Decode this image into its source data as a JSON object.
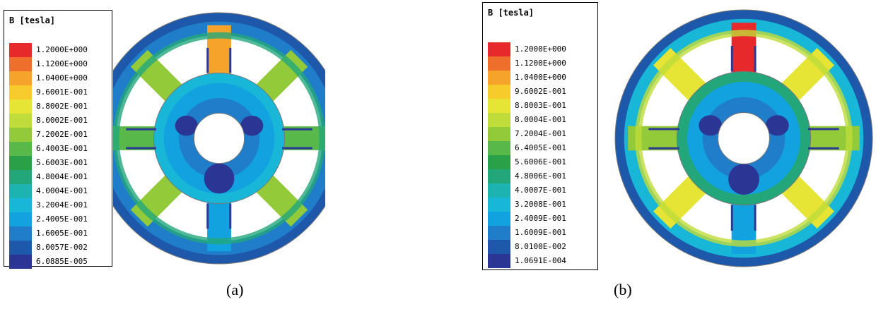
{
  "panels": [
    {
      "id": "a",
      "legend_title": "B [tesla]",
      "legend_values": [
        "1.2000E+000",
        "1.1200E+000",
        "1.0400E+000",
        "9.6001E-001",
        "8.8002E-001",
        "8.0002E-001",
        "7.2002E-001",
        "6.4003E-001",
        "5.6003E-001",
        "4.8004E-001",
        "4.0004E-001",
        "3.2004E-001",
        "2.4005E-001",
        "1.6005E-001",
        "8.0057E-002",
        "6.0885E-005"
      ],
      "caption": "(a)"
    },
    {
      "id": "b",
      "legend_title": "B [tesla]",
      "legend_values": [
        "1.2000E+000",
        "1.1200E+000",
        "1.0400E+000",
        "9.6002E-001",
        "8.8003E-001",
        "8.0004E-001",
        "7.2004E-001",
        "6.4005E-001",
        "5.6006E-001",
        "4.8006E-001",
        "4.0007E-001",
        "3.2008E-001",
        "2.4009E-001",
        "1.6009E-001",
        "8.0100E-002",
        "1.0691E-004"
      ],
      "caption": "(b)"
    }
  ],
  "colors": {
    "scale": [
      "#e8292b",
      "#ee6e2c",
      "#f5a32a",
      "#f7cb2c",
      "#e6e535",
      "#bfdc3a",
      "#93ca3a",
      "#58b94a",
      "#2aa048",
      "#23a77a",
      "#1cb3b0",
      "#18b6d7",
      "#12a2df",
      "#1f7dc9",
      "#1e58ab",
      "#2a3594"
    ],
    "frame_outline": "#777777",
    "magnet": "#2c3a94"
  }
}
